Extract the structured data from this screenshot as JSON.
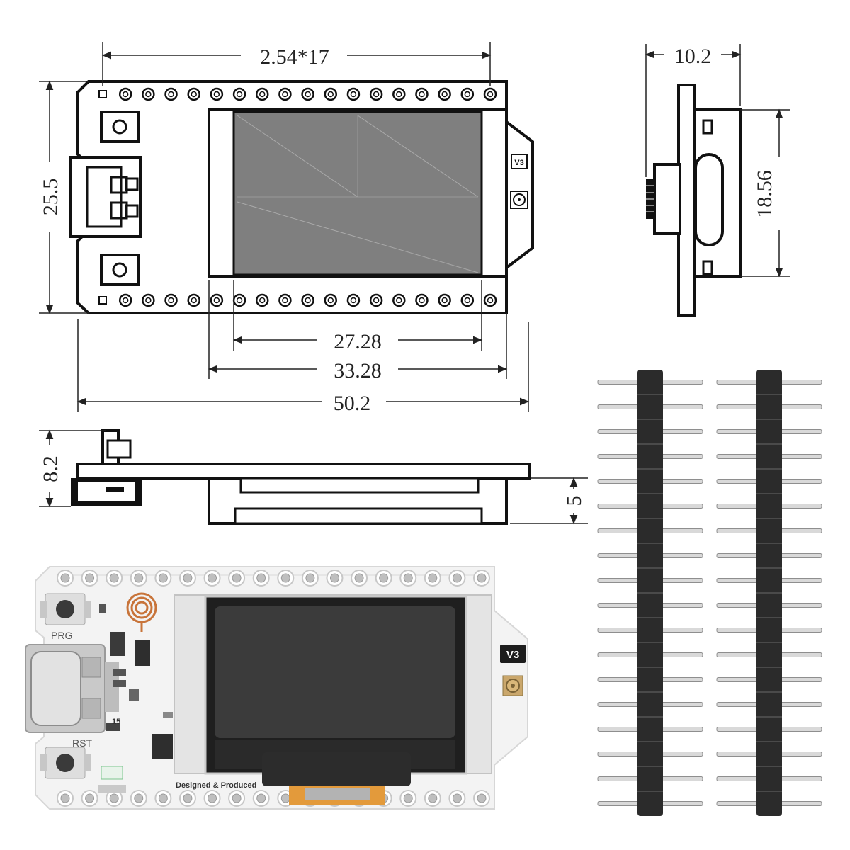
{
  "dimensions": {
    "pin_pitch": "2.54*17",
    "board_height": "25.5",
    "side_width": "10.2",
    "side_height": "18.56",
    "screen_width": "27.28",
    "display_width": "33.28",
    "board_length": "50.2",
    "front_height": "8.2",
    "display_depth": "5"
  },
  "labels": {
    "version_mark": "V3",
    "photo_version": "V3",
    "button_prg": "PRG",
    "button_rst": "RST",
    "silkscreen": "Designed & Produced",
    "silk_number": "15"
  },
  "colors": {
    "board": "#f3f3f3",
    "outline": "#111111",
    "lcd_gray": "#7f7f7f",
    "pin_black": "#2b2b2b",
    "antenna_copper": "#c8743a",
    "flex_orange": "#e39a3b"
  },
  "pin_headers": {
    "count": 2,
    "pins_per_header": 18
  }
}
